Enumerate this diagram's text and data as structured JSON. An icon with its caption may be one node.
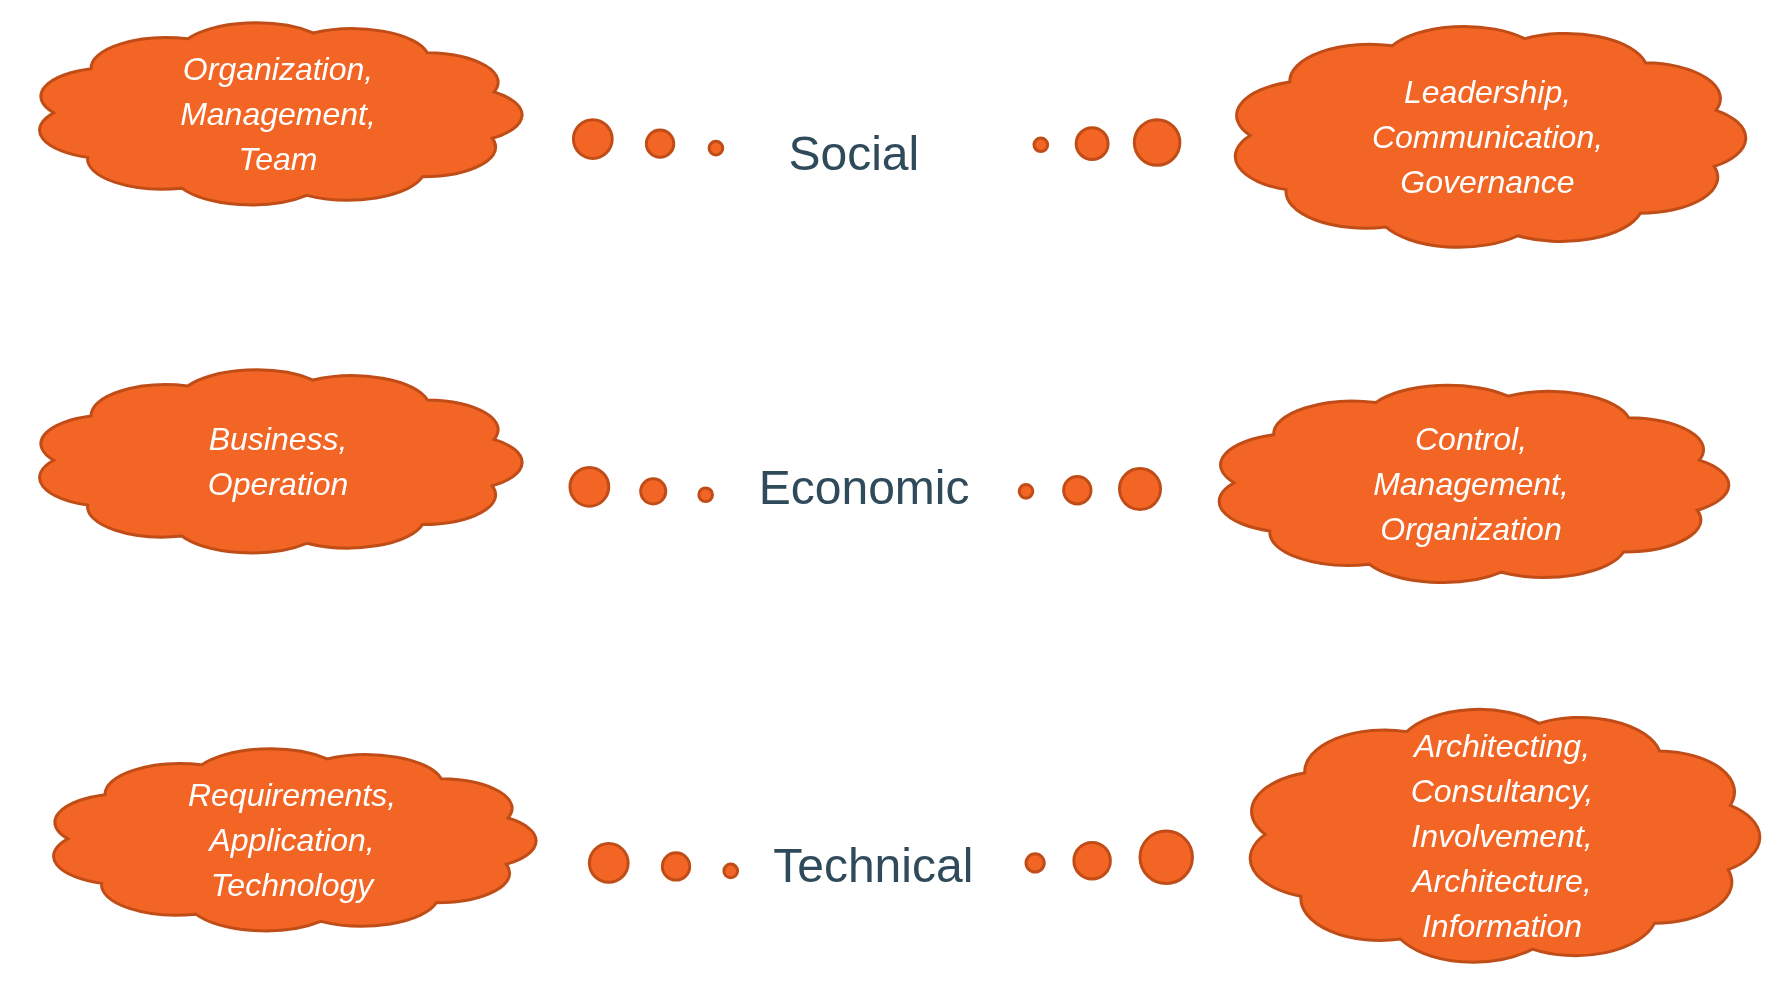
{
  "diagram": {
    "nodes": [
      {
        "text": [
          "Organization, Management, Team"
        ]
      },
      {
        "text": [
          "Leadership, Communication, Governance"
        ]
      },
      {
        "text": [
          "Business, Operation"
        ]
      },
      {
        "text": [
          "Control, Management, Organization"
        ]
      },
      {
        "text": [
          "Requirements, Application, Technology"
        ]
      },
      {
        "text": [
          "Architecting, Consultancy, Involvement, Architecture, Information"
        ]
      }
    ],
    "labels": [
      "Social",
      "Economic",
      "Technical"
    ]
  }
}
